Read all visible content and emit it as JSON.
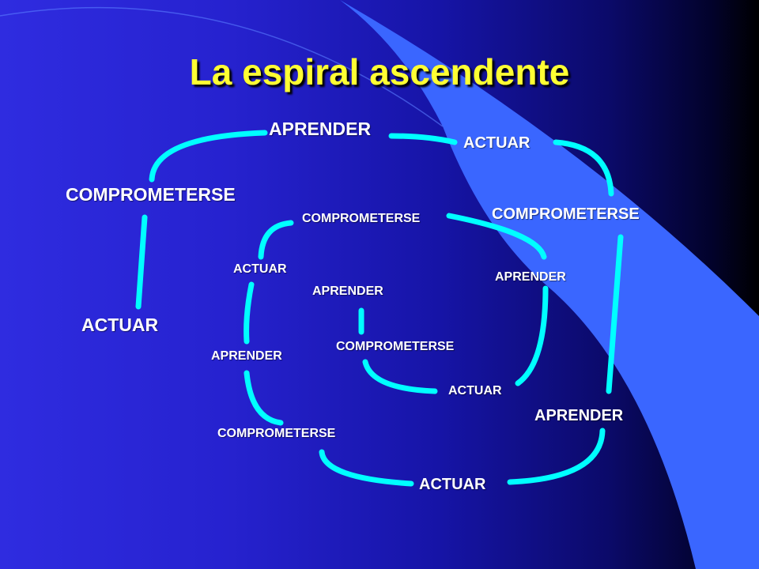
{
  "slide": {
    "title": "La espiral ascendente",
    "colors": {
      "title": "#ffff33",
      "arc": "#00ffff",
      "label": "#ffffff",
      "wedge": "#3a66ff"
    }
  },
  "outer_loop": {
    "aprender_top": "APRENDER",
    "actuar_top_right": "ACTUAR",
    "comprometerse_right": "COMPROMETERSE",
    "aprender_right": "APRENDER",
    "actuar_bottom": "ACTUAR",
    "comprometerse_left": "COMPROMETERSE",
    "actuar_left": "ACTUAR"
  },
  "middle_loop": {
    "comprometerse_top": "COMPROMETERSE",
    "aprender_right": "APRENDER",
    "actuar_bottom_right": "ACTUAR",
    "actuar_left": "ACTUAR",
    "aprender_left": "APRENDER",
    "comprometerse_bottom": "COMPROMETERSE"
  },
  "inner_loop": {
    "aprender": "APRENDER",
    "comprometerse": "COMPROMETERSE"
  }
}
